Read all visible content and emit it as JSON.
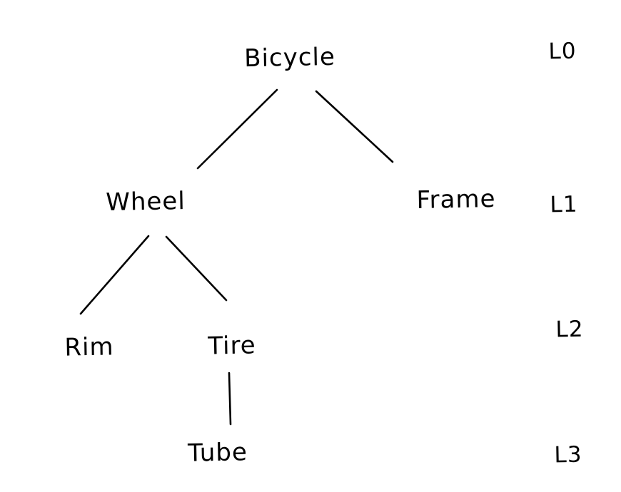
{
  "diagram": {
    "type": "tree",
    "description": "Hand-drawn bicycle component hierarchy tree",
    "colors": {
      "background": "#ffffff",
      "stroke": "#000000",
      "text": "#000000"
    },
    "nodes": [
      {
        "id": "bicycle",
        "label": "Bicycle",
        "level": 0
      },
      {
        "id": "wheel",
        "label": "Wheel",
        "level": 1
      },
      {
        "id": "frame",
        "label": "Frame",
        "level": 1
      },
      {
        "id": "rim",
        "label": "Rim",
        "level": 2
      },
      {
        "id": "tire",
        "label": "Tire",
        "level": 2
      },
      {
        "id": "tube",
        "label": "Tube",
        "level": 3
      }
    ],
    "edges": [
      {
        "from": "Bicycle",
        "to": "Wheel"
      },
      {
        "from": "Bicycle",
        "to": "Frame"
      },
      {
        "from": "Wheel",
        "to": "Rim"
      },
      {
        "from": "Wheel",
        "to": "Tire"
      },
      {
        "from": "Tire",
        "to": "Tube"
      }
    ],
    "level_labels": [
      {
        "id": "l0",
        "label": "L0"
      },
      {
        "id": "l1",
        "label": "L1"
      },
      {
        "id": "l2",
        "label": "L2"
      },
      {
        "id": "l3",
        "label": "L3"
      }
    ]
  }
}
